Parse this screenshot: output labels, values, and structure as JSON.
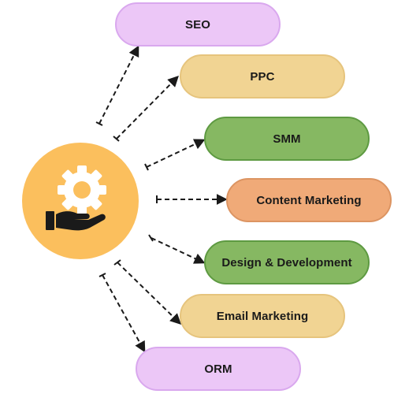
{
  "services": [
    {
      "label": "SEO",
      "color": "#ecc7f7"
    },
    {
      "label": "PPC",
      "color": "#f1d493"
    },
    {
      "label": "SMM",
      "color": "#86b862"
    },
    {
      "label": "Content Marketing",
      "color": "#f0aa78"
    },
    {
      "label": "Design & Development",
      "color": "#86b862"
    },
    {
      "label": "Email Marketing",
      "color": "#f1d493"
    },
    {
      "label": "ORM",
      "color": "#ecc7f7"
    }
  ],
  "hub": {
    "color": "#fbbf5d",
    "icon": "hand-gear-icon"
  }
}
